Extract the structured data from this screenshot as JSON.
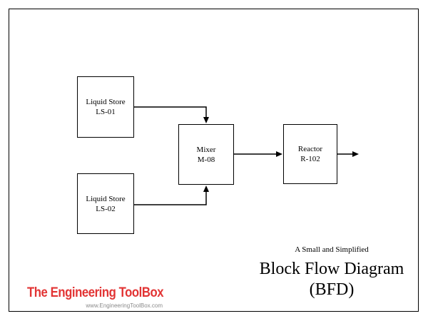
{
  "caption": {
    "subtitle": "A Small and Simplified",
    "title_line1": "Block Flow Diagram",
    "title_line2": "(BFD)"
  },
  "branding": {
    "logo_text": "The Engineering ToolBox",
    "url": "www.EngineeringToolBox.com",
    "logo_color": "#e23434",
    "url_color": "#8a8a8a"
  },
  "diagram": {
    "line_color": "#000000",
    "background_color": "#ffffff",
    "blocks": [
      {
        "name": "Liquid Store",
        "tag": "LS-01"
      },
      {
        "name": "Liquid Store",
        "tag": "LS-02"
      },
      {
        "name": "Mixer",
        "tag": "M-08"
      },
      {
        "name": "Reactor",
        "tag": "R-102"
      }
    ],
    "connections": [
      {
        "from": "LS-01",
        "to": "M-08"
      },
      {
        "from": "LS-02",
        "to": "M-08"
      },
      {
        "from": "M-08",
        "to": "R-102"
      },
      {
        "from": "R-102",
        "to": "outlet"
      }
    ]
  }
}
